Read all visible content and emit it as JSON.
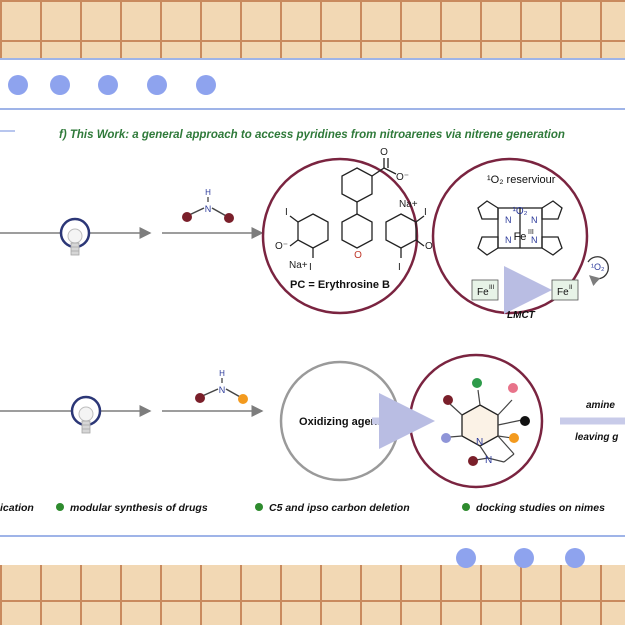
{
  "title": "f) This Work: a general approach to access pyridines from nitroarenes via nitrene generation",
  "photocatalyst": {
    "label": "PC = Erythrosine B",
    "atoms": {
      "iodine": "I",
      "oxygen": "O",
      "carbonyl_oxygen": "O",
      "sodium_cation": "Na+",
      "carboxylate": "O⁻",
      "oxide": "O⁻"
    }
  },
  "reservoir": {
    "label": "¹O₂ reserviour",
    "center_metal": "Fe",
    "center_metal_ox": "III",
    "bound_species": "¹O₂",
    "nitrogen": "N",
    "released": "¹O₂"
  },
  "lmct": {
    "left_box": "Fe",
    "left_ox": "III",
    "right_box": "Fe",
    "right_ox": "II",
    "label": "LMCT"
  },
  "amine_label": "N",
  "amine_h": "H",
  "oxidizing_agent": "Oxidizing agent",
  "intermediate_n": "N",
  "right_labels": {
    "top": "amine",
    "bottom": "leaving g"
  },
  "features": [
    {
      "text": "ication"
    },
    {
      "text": "modular synthesis of drugs"
    },
    {
      "text": "C5 and ipso carbon deletion"
    },
    {
      "text": "docking studies on nimes"
    }
  ],
  "colors": {
    "circle_border": "#7a2440",
    "gray_circle": "#9a9a9a",
    "dot_blue": "#8ea3ee",
    "title_green": "#2f7a3a",
    "bullet_green": "#2e8b2e",
    "dark_red_atom": "#7a1f2a",
    "orange_atom": "#f39a1e",
    "pink_atom": "#e8738a",
    "green_atom": "#2e9b4a",
    "lav_atom": "#8f95d8",
    "lmct_box": "#e7f3e7",
    "arrow_lav": "#c8cbe9"
  }
}
